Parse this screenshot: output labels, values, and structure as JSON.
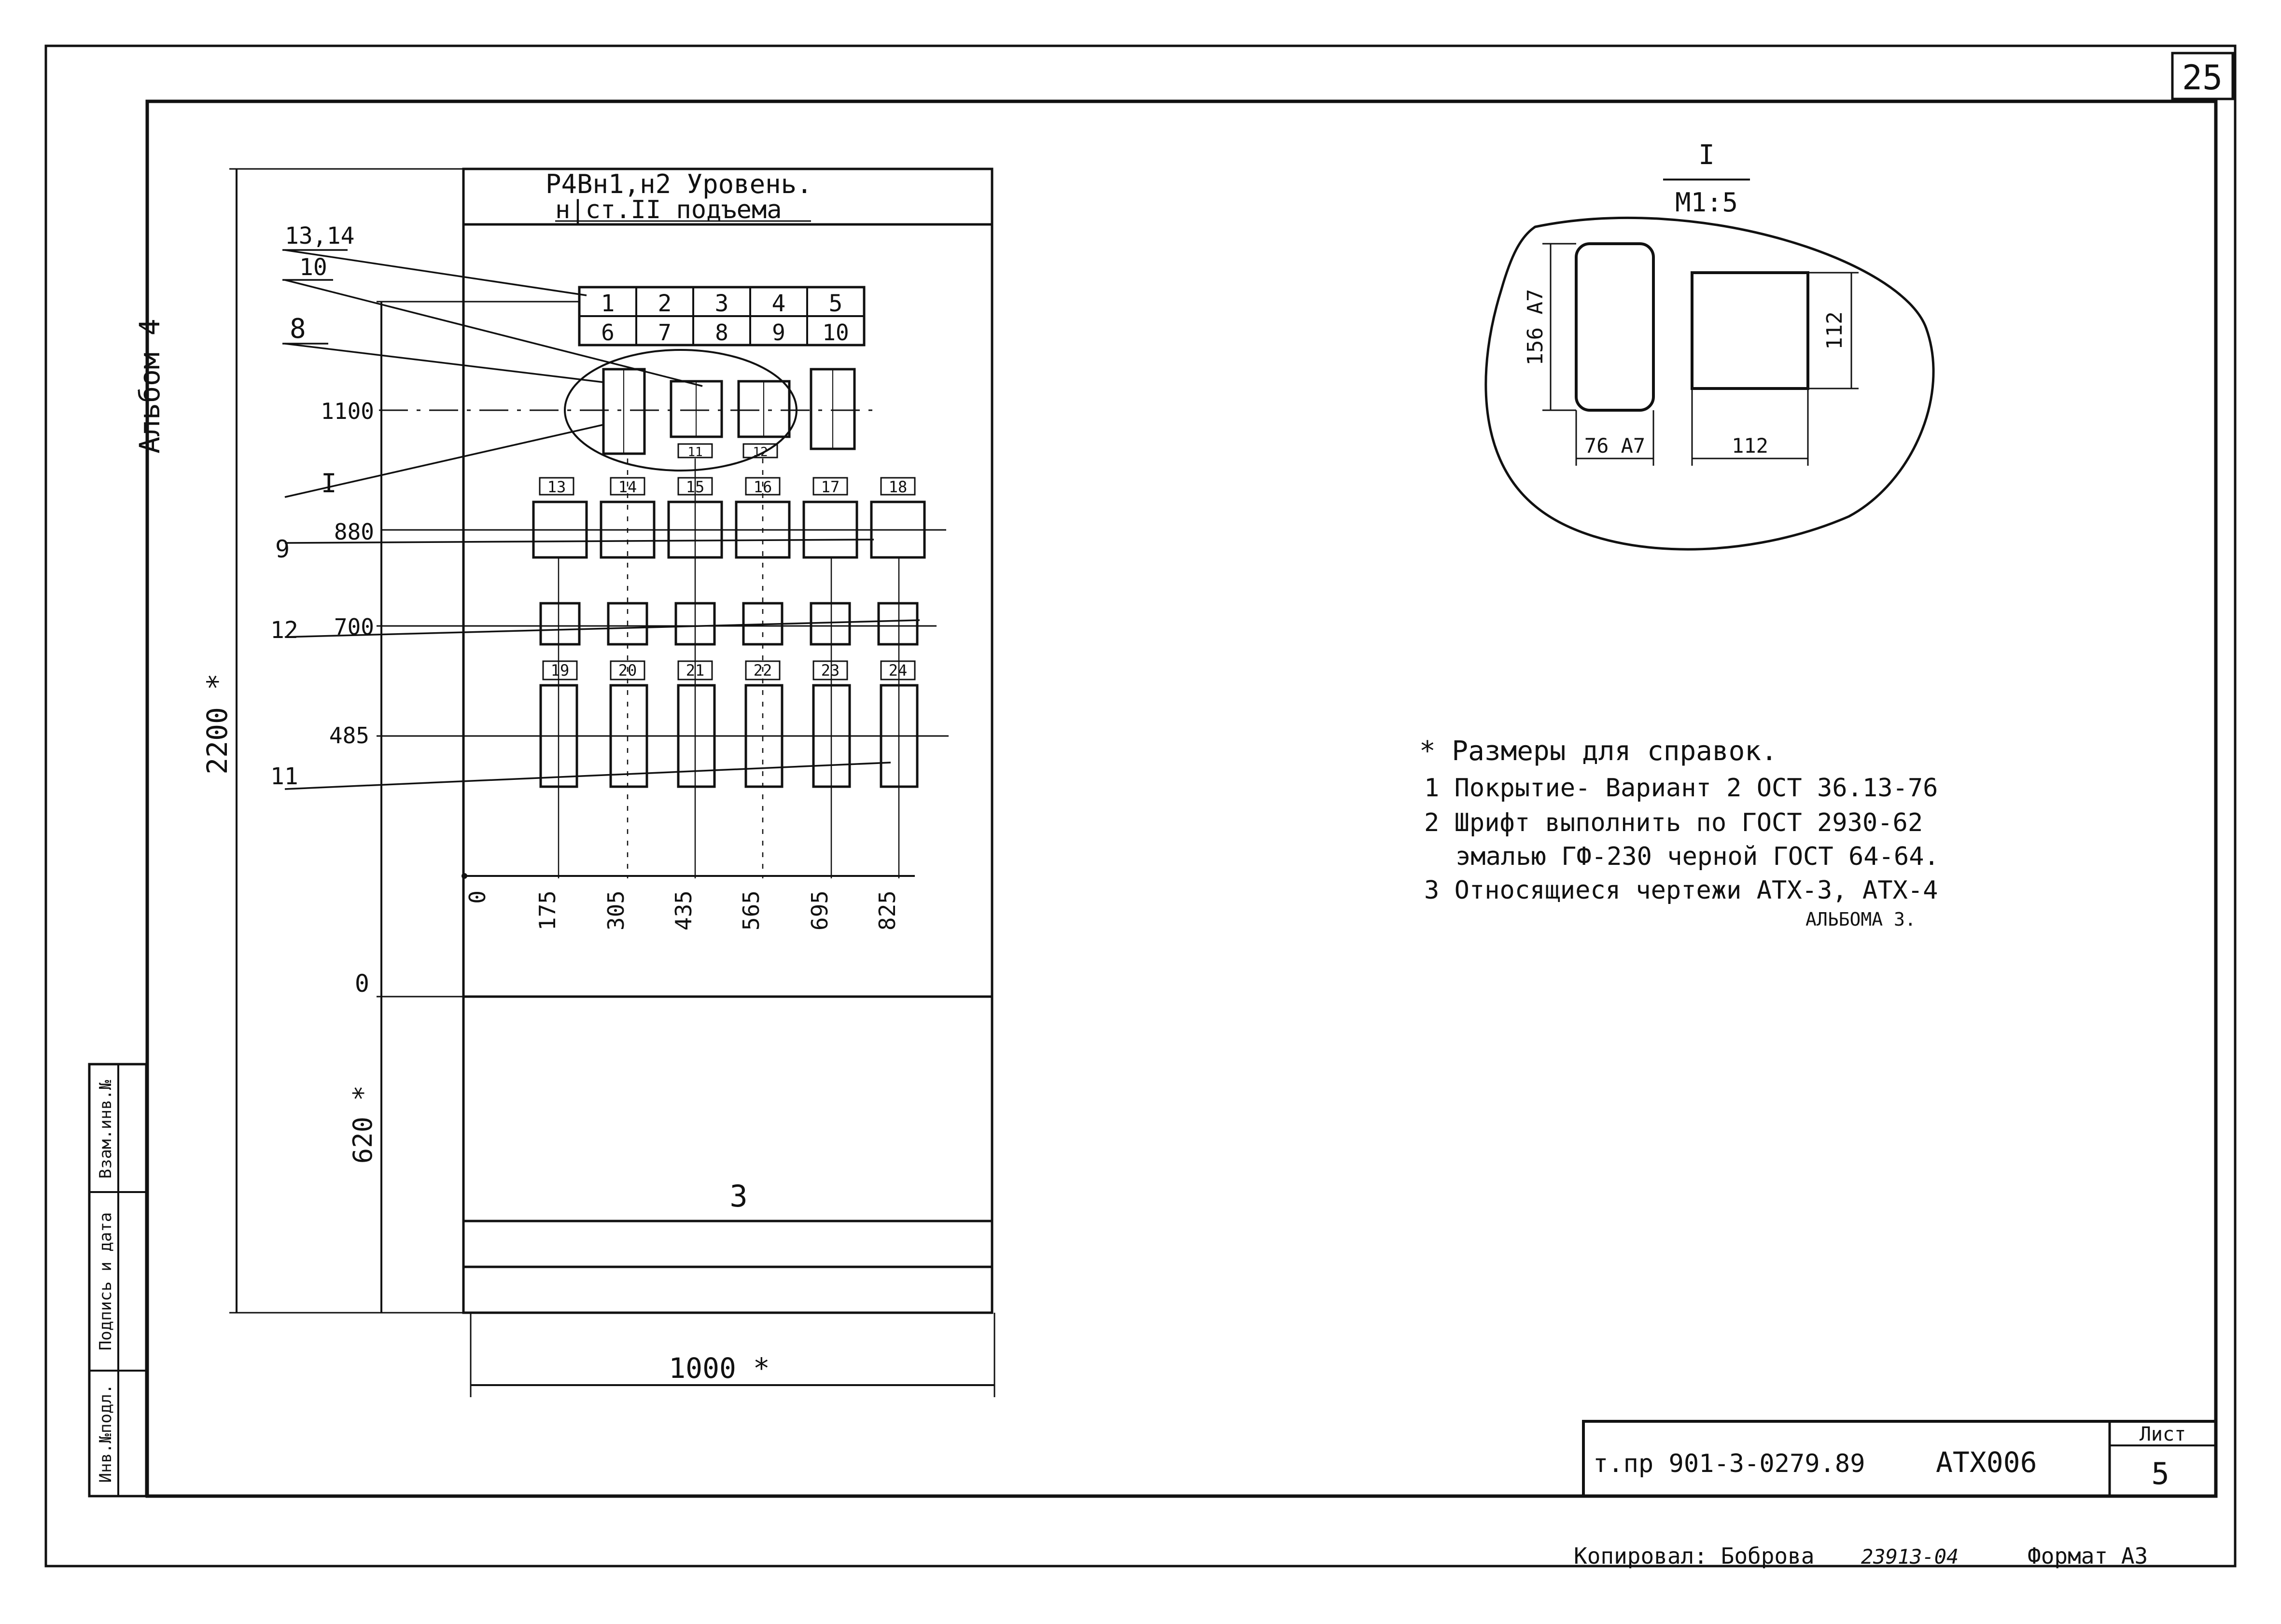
{
  "sheet_number": "25",
  "album_label": "Альбом 4",
  "panel": {
    "title_line1": "Р4Вн1,н2 Уровень.",
    "title_line2": "н|ст.II подъема"
  },
  "leaders": {
    "l_13_14": "13,14",
    "l_10": "10",
    "l_8": "8",
    "l_I": "I",
    "l_9": "9",
    "l_12": "12",
    "l_11": "11"
  },
  "table_top": [
    "1",
    "2",
    "3",
    "4",
    "5"
  ],
  "table_bottom": [
    "6",
    "7",
    "8",
    "9",
    "10"
  ],
  "row1_tags": [
    "11",
    "12"
  ],
  "row2_tags": [
    "13",
    "14",
    "15",
    "16",
    "17",
    "18"
  ],
  "row4_tags": [
    "19",
    "20",
    "21",
    "22",
    "23",
    "24"
  ],
  "levels": {
    "v1100": "1100",
    "v880": "880",
    "v700": "700",
    "v485": "485",
    "v0": "0"
  },
  "x_dims": [
    "0",
    "175",
    "305",
    "435",
    "565",
    "695",
    "825"
  ],
  "dims": {
    "height_total": "2200 *",
    "height_base": "620 *",
    "width_total": "1000 *",
    "base_label": "3"
  },
  "detail": {
    "title": "I",
    "scale": "M1:5",
    "height_left": "156 A7",
    "height_right": "112",
    "width_left": "76 A7",
    "width_right": "112"
  },
  "notes": [
    "* Размеры для справок.",
    "1 Покрытие- Вариант 2 ОСТ 36.13-76",
    "2 Шрифт выполнить по ГОСТ 2930-62",
    "эмалью ГФ-230 черной ГОСТ 64-64.",
    "3 Относящиеся чертежи АТХ-3, АТХ-4",
    "АЛЬБОМА 3."
  ],
  "side_stamp": [
    "Инв.№подл.",
    "Подпись и дата",
    "Взам.инв.№"
  ],
  "title_block": {
    "code": "т.пр 901-3-0279.89",
    "drawing": "АТХ006",
    "sheet_label": "Лист",
    "sheet_value": "5"
  },
  "footer": {
    "copied": "Копировал: Боброва",
    "order": "23913-04",
    "format": "Формат А3"
  }
}
